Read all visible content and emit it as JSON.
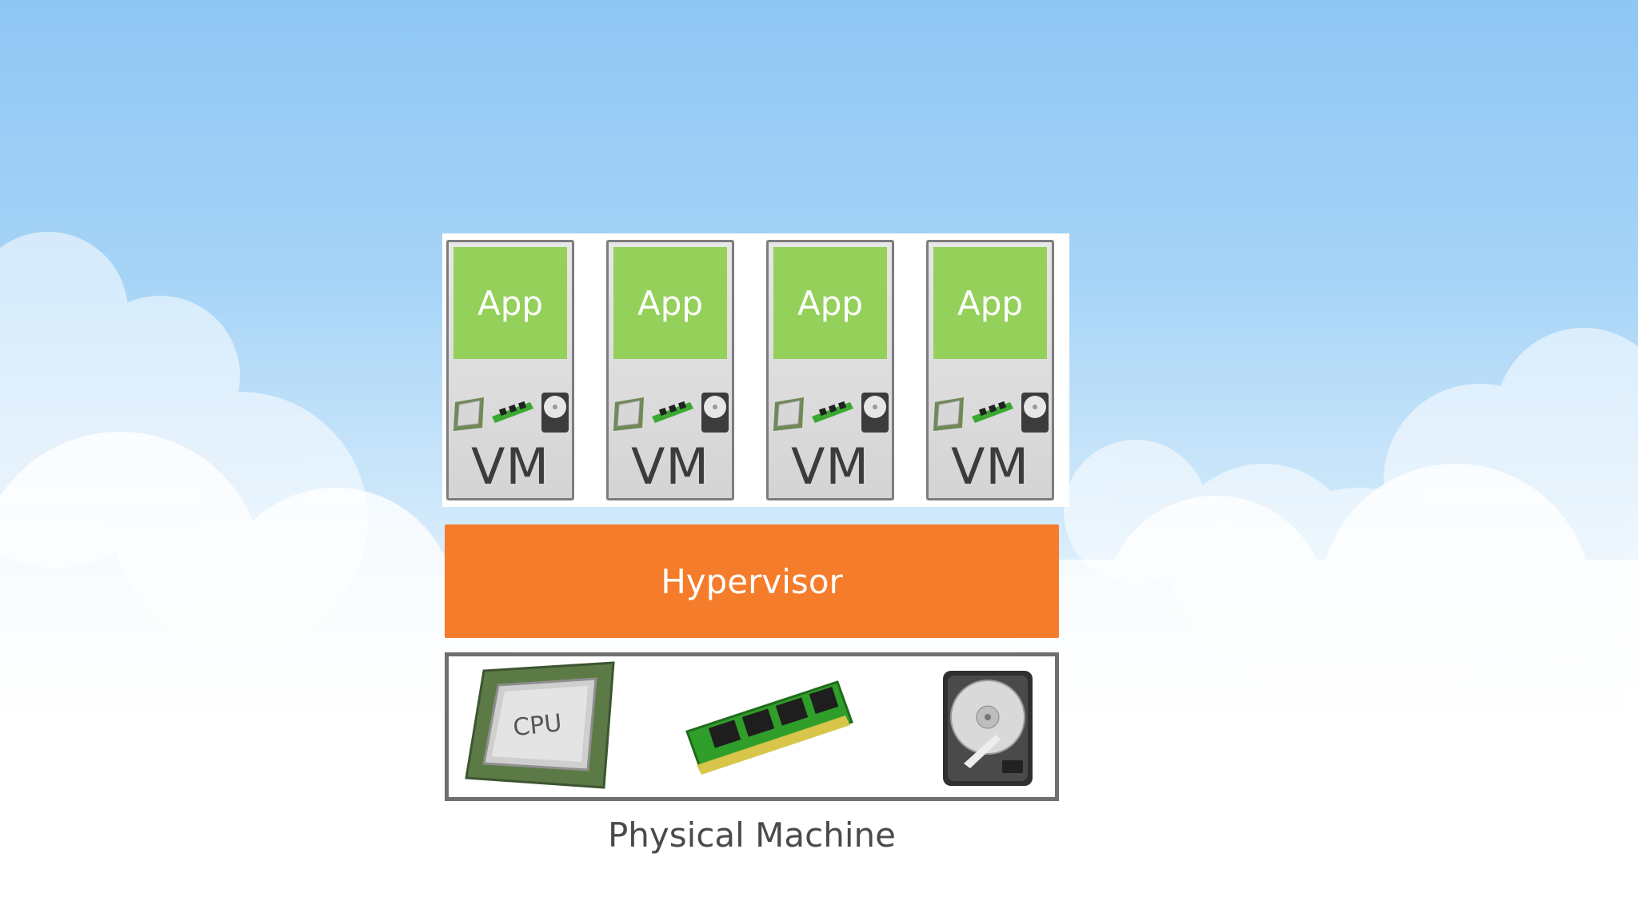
{
  "vms": [
    {
      "app_label": "App",
      "vm_label": "VM"
    },
    {
      "app_label": "App",
      "vm_label": "VM"
    },
    {
      "app_label": "App",
      "vm_label": "VM"
    },
    {
      "app_label": "App",
      "vm_label": "VM"
    }
  ],
  "vm_resource_icons": [
    "cpu-chip-icon",
    "ram-module-icon",
    "hard-drive-icon"
  ],
  "hypervisor": {
    "label": "Hypervisor"
  },
  "physical_machine": {
    "label": "Physical Machine",
    "cpu_chip_text": "CPU",
    "icons": [
      "cpu-chip-icon",
      "ram-module-icon",
      "hard-drive-icon"
    ]
  },
  "colors": {
    "app": "#94d05a",
    "hypervisor": "#f47c2b",
    "vm_box": "#d9d9d9",
    "sky_top": "#8fc6f3"
  }
}
